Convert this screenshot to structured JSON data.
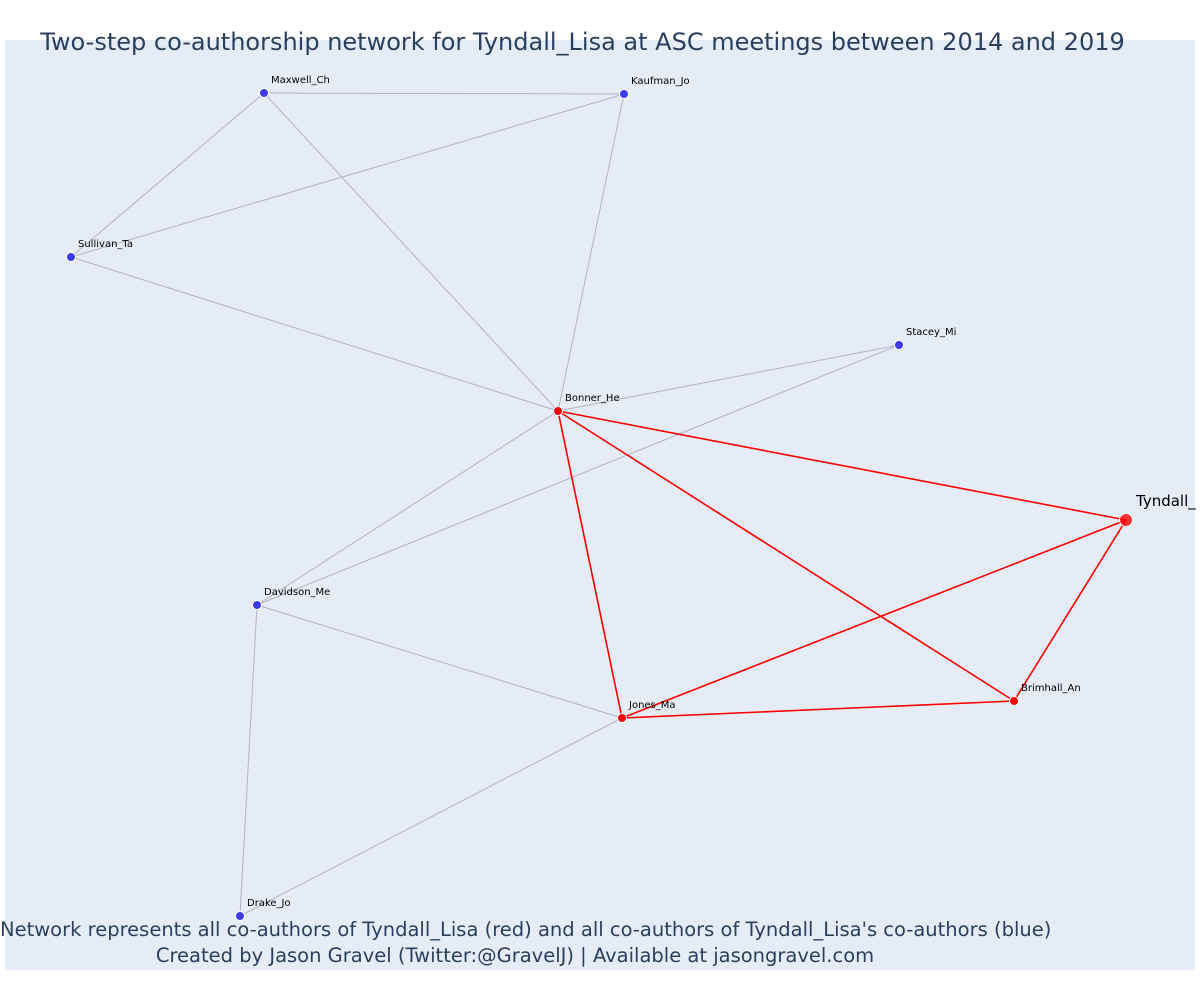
{
  "title": "Two-step co-authorship network for Tyndall_Lisa at ASC meetings between 2014 and 2019",
  "caption": {
    "line1": "Network represents all co-authors of Tyndall_Lisa (red) and all co-authors of Tyndall_Lisa's co-authors (blue)",
    "line2": "Created by Jason Gravel (Twitter:@GravelJ) | Available at jasongravel.com"
  },
  "colors": {
    "background": "#e5ecf6",
    "first_step": "#ff0000",
    "second_step": "#3b3bf0",
    "gray_edge": "#b3b3c4"
  },
  "nodes": [
    {
      "id": "Tyndall_Lisa",
      "label": "Tyndall_",
      "group": "focal"
    },
    {
      "id": "Bonner_He",
      "label": "Bonner_He",
      "group": "coauthor"
    },
    {
      "id": "Jones_Ma",
      "label": "Jones_Ma",
      "group": "coauthor"
    },
    {
      "id": "Brimhall_An",
      "label": "Brimhall_An",
      "group": "coauthor"
    },
    {
      "id": "Maxwell_Ch",
      "label": "Maxwell_Ch",
      "group": "second"
    },
    {
      "id": "Kaufman_Jo",
      "label": "Kaufman_Jo",
      "group": "second"
    },
    {
      "id": "Sullivan_Ta",
      "label": "Sullivan_Ta",
      "group": "second"
    },
    {
      "id": "Stacey_Mi",
      "label": "Stacey_Mi",
      "group": "second"
    },
    {
      "id": "Davidson_Me",
      "label": "Davidson_Me",
      "group": "second"
    },
    {
      "id": "Drake_Jo",
      "label": "Drake_Jo",
      "group": "second"
    }
  ],
  "edges": [
    {
      "source": "Tyndall_Lisa",
      "target": "Bonner_He",
      "type": "first"
    },
    {
      "source": "Tyndall_Lisa",
      "target": "Jones_Ma",
      "type": "first"
    },
    {
      "source": "Tyndall_Lisa",
      "target": "Brimhall_An",
      "type": "first"
    },
    {
      "source": "Bonner_He",
      "target": "Jones_Ma",
      "type": "first"
    },
    {
      "source": "Bonner_He",
      "target": "Brimhall_An",
      "type": "first"
    },
    {
      "source": "Jones_Ma",
      "target": "Brimhall_An",
      "type": "first"
    },
    {
      "source": "Maxwell_Ch",
      "target": "Kaufman_Jo",
      "type": "second"
    },
    {
      "source": "Maxwell_Ch",
      "target": "Sullivan_Ta",
      "type": "second"
    },
    {
      "source": "Maxwell_Ch",
      "target": "Bonner_He",
      "type": "second"
    },
    {
      "source": "Kaufman_Jo",
      "target": "Sullivan_Ta",
      "type": "second"
    },
    {
      "source": "Kaufman_Jo",
      "target": "Bonner_He",
      "type": "second"
    },
    {
      "source": "Sullivan_Ta",
      "target": "Bonner_He",
      "type": "second"
    },
    {
      "source": "Stacey_Mi",
      "target": "Bonner_He",
      "type": "second"
    },
    {
      "source": "Stacey_Mi",
      "target": "Davidson_Me",
      "type": "second"
    },
    {
      "source": "Bonner_He",
      "target": "Davidson_Me",
      "type": "second"
    },
    {
      "source": "Davidson_Me",
      "target": "Jones_Ma",
      "type": "second"
    },
    {
      "source": "Davidson_Me",
      "target": "Drake_Jo",
      "type": "second"
    },
    {
      "source": "Drake_Jo",
      "target": "Jones_Ma",
      "type": "second"
    }
  ]
}
